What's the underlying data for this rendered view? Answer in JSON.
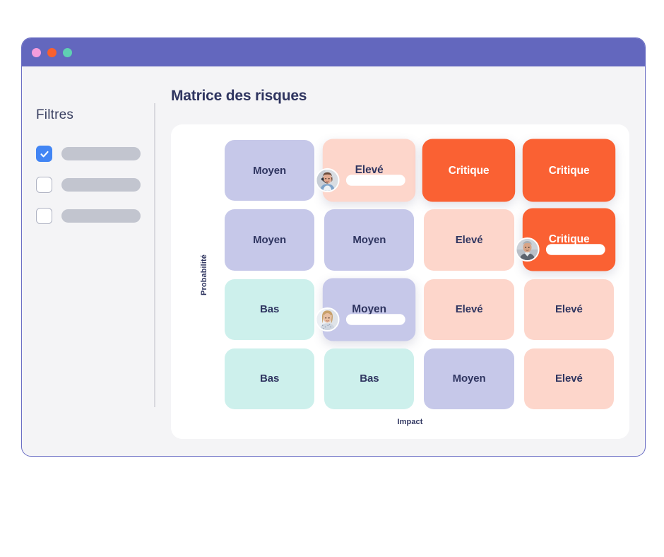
{
  "window": {
    "traffic_lights": [
      {
        "name": "close-dot",
        "color": "#f59ddc"
      },
      {
        "name": "minimize-dot",
        "color": "#f9602e"
      },
      {
        "name": "maximize-dot",
        "color": "#5fd0b3"
      }
    ]
  },
  "sidebar": {
    "title": "Filtres",
    "filters": [
      {
        "checked": true,
        "label": ""
      },
      {
        "checked": false,
        "label": ""
      },
      {
        "checked": false,
        "label": ""
      }
    ]
  },
  "main": {
    "title": "Matrice des risques"
  },
  "colors": {
    "titlebar": "#6367be",
    "accent_checkbox": "#4285f4",
    "bas": "#cdf0ec",
    "moyen": "#c6c8e9",
    "eleve": "#fdd6cb",
    "critique": "#fa6133",
    "text_dark": "#2f3560",
    "text_light": "#ffffff"
  },
  "chart_data": {
    "type": "heatmap",
    "title": "Matrice des risques",
    "xlabel": "Impact",
    "ylabel": "Probabilité",
    "legend": [
      "Bas",
      "Moyen",
      "Elevé",
      "Critique"
    ],
    "level_colors": {
      "Bas": "#cdf0ec",
      "Moyen": "#c6c8e9",
      "Elevé": "#fdd6cb",
      "Critique": "#fa6133"
    },
    "rows": 4,
    "columns": 4,
    "cells": [
      {
        "row": 0,
        "col": 0,
        "level": "Moyen",
        "label": "Moyen",
        "user": false,
        "raised": false
      },
      {
        "row": 0,
        "col": 1,
        "level": "Elevé",
        "label": "Elevé",
        "user": true,
        "raised": true,
        "avatar": "woman-headset-avatar"
      },
      {
        "row": 0,
        "col": 2,
        "level": "Critique",
        "label": "Critique",
        "user": false,
        "raised": true
      },
      {
        "row": 0,
        "col": 3,
        "level": "Critique",
        "label": "Critique",
        "user": false,
        "raised": true
      },
      {
        "row": 1,
        "col": 0,
        "level": "Moyen",
        "label": "Moyen",
        "user": false,
        "raised": false
      },
      {
        "row": 1,
        "col": 1,
        "level": "Moyen",
        "label": "Moyen",
        "user": false,
        "raised": false
      },
      {
        "row": 1,
        "col": 2,
        "level": "Elevé",
        "label": "Elevé",
        "user": false,
        "raised": false
      },
      {
        "row": 1,
        "col": 3,
        "level": "Critique",
        "label": "Critique",
        "user": true,
        "raised": true,
        "avatar": "man-gray-hair-avatar"
      },
      {
        "row": 2,
        "col": 0,
        "level": "Bas",
        "label": "Bas",
        "user": false,
        "raised": false
      },
      {
        "row": 2,
        "col": 1,
        "level": "Moyen",
        "label": "Moyen",
        "user": true,
        "raised": true,
        "avatar": "woman-blonde-avatar"
      },
      {
        "row": 2,
        "col": 2,
        "level": "Elevé",
        "label": "Elevé",
        "user": false,
        "raised": false
      },
      {
        "row": 2,
        "col": 3,
        "level": "Elevé",
        "label": "Elevé",
        "user": false,
        "raised": false
      },
      {
        "row": 3,
        "col": 0,
        "level": "Bas",
        "label": "Bas",
        "user": false,
        "raised": false
      },
      {
        "row": 3,
        "col": 1,
        "level": "Bas",
        "label": "Bas",
        "user": false,
        "raised": false
      },
      {
        "row": 3,
        "col": 2,
        "level": "Moyen",
        "label": "Moyen",
        "user": false,
        "raised": false
      },
      {
        "row": 3,
        "col": 3,
        "level": "Elevé",
        "label": "Elevé",
        "user": false,
        "raised": false
      }
    ]
  }
}
